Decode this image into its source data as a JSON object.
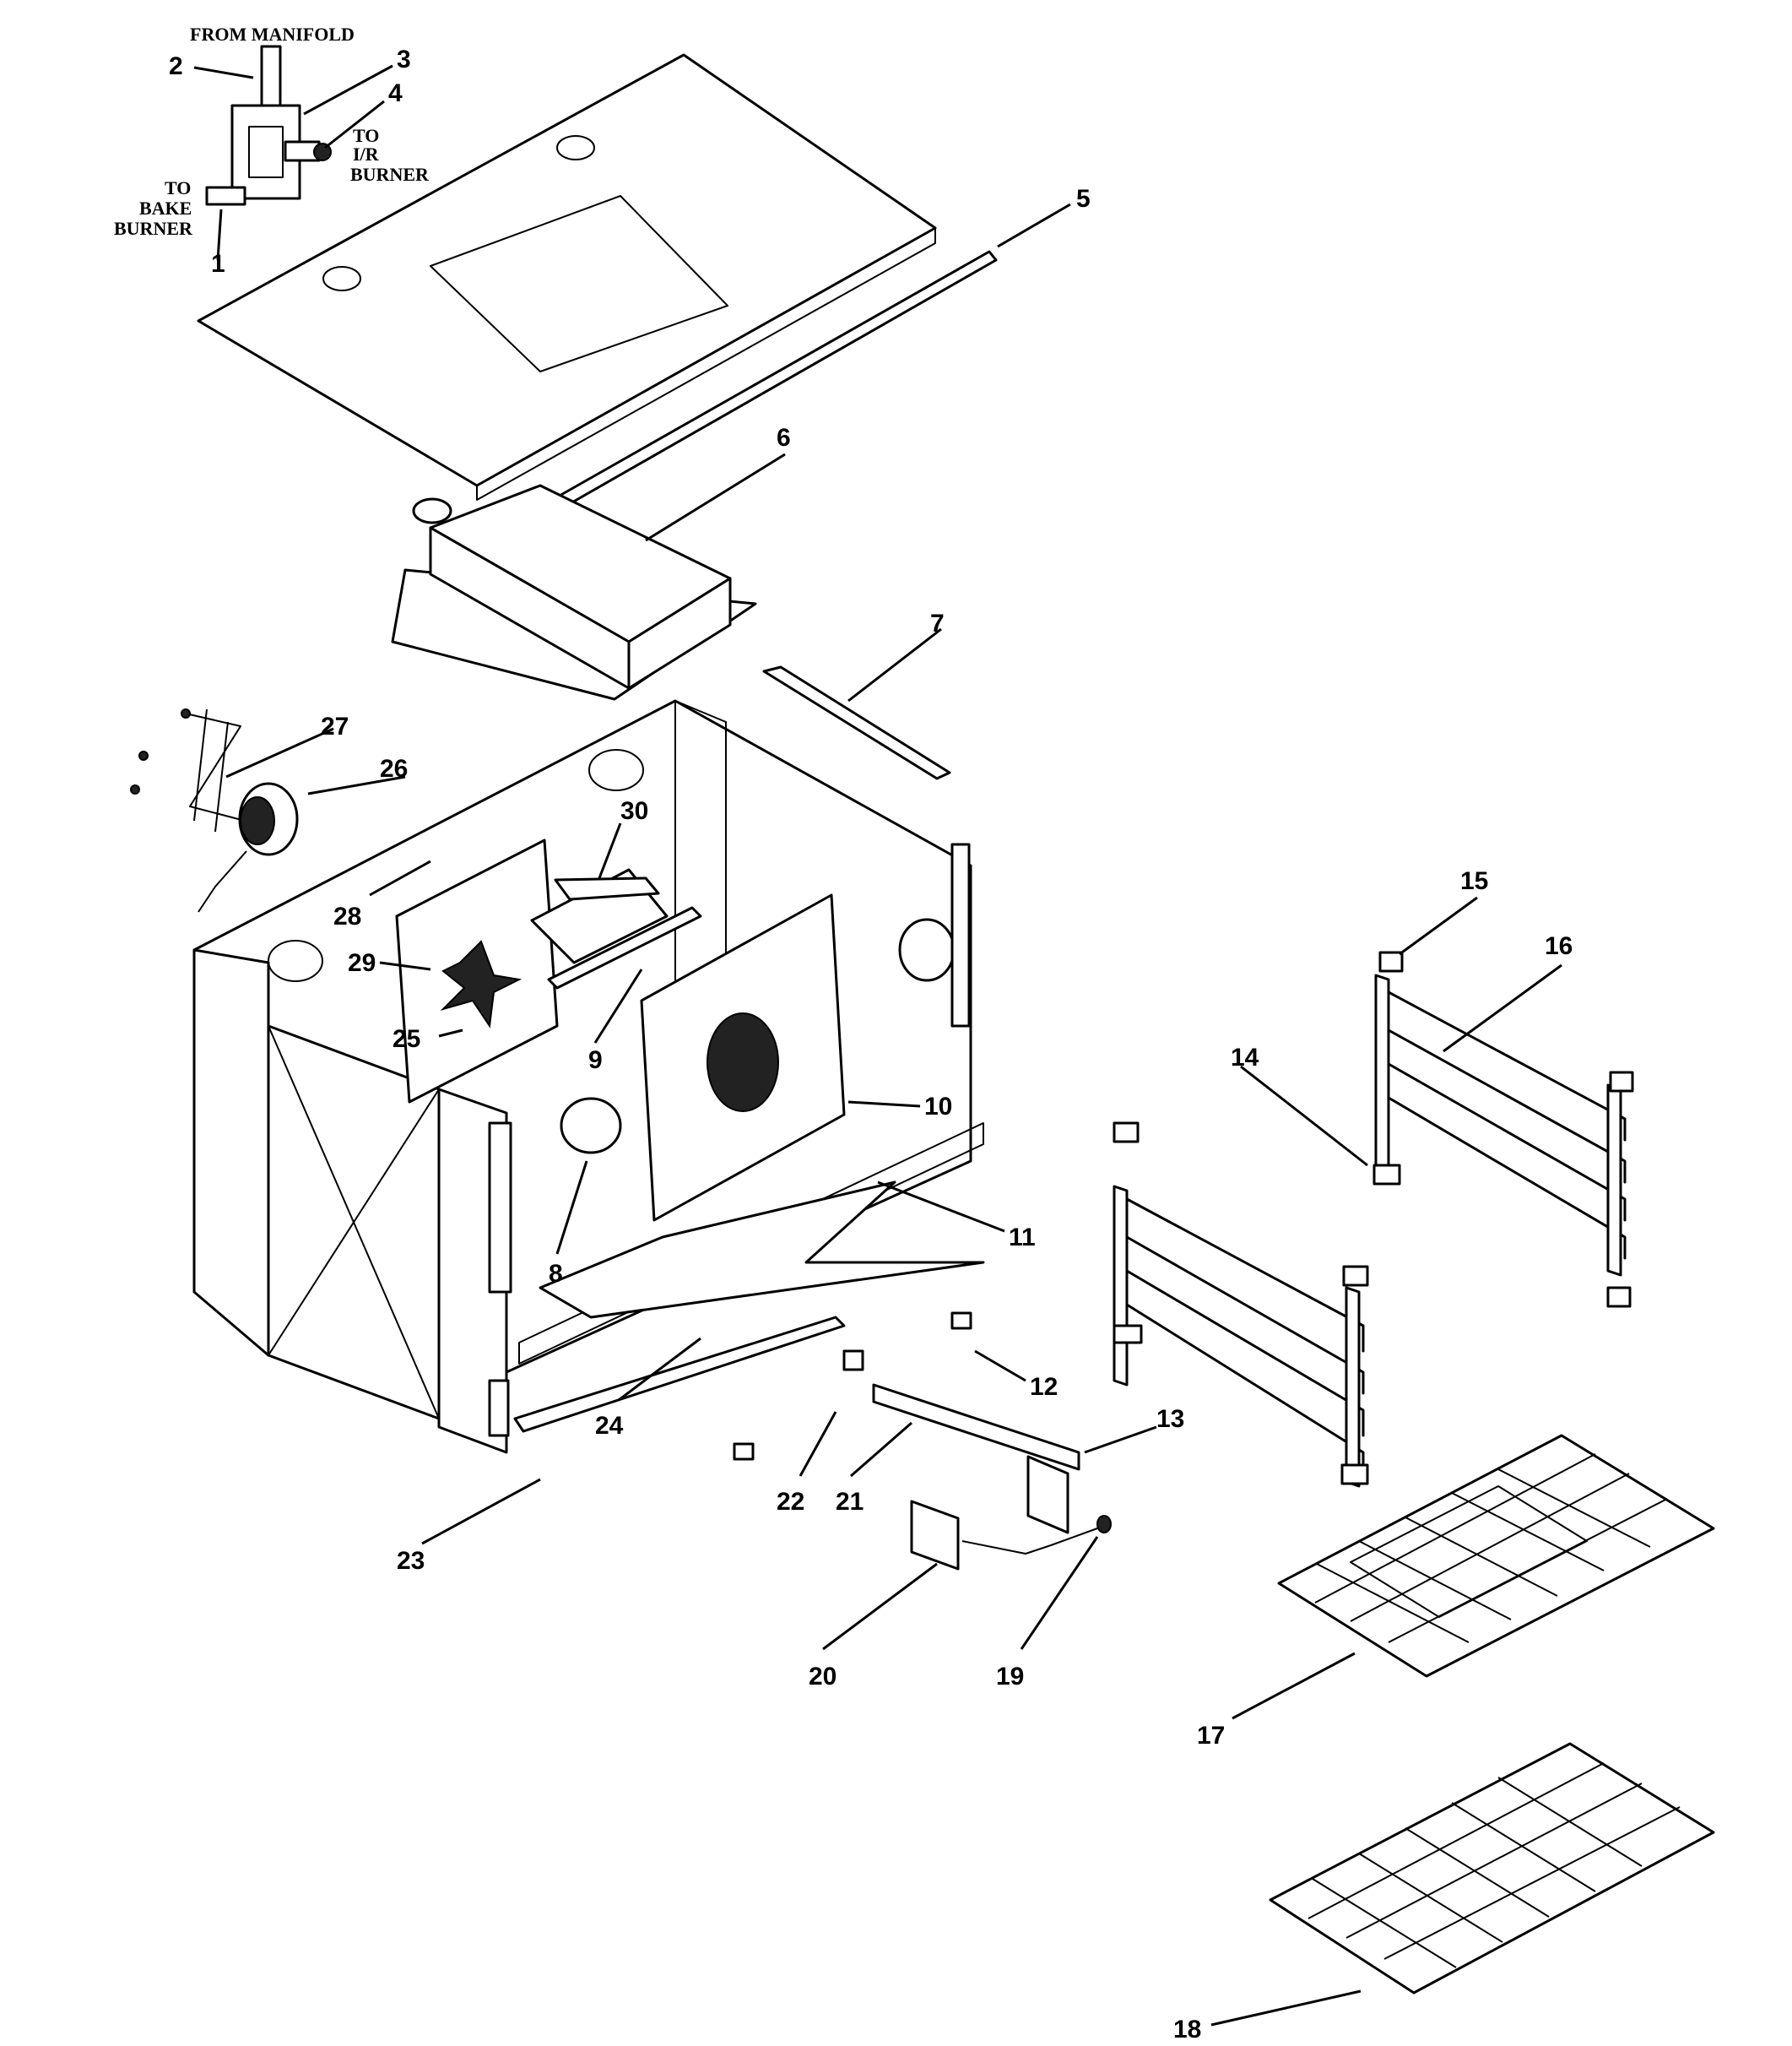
{
  "callouts": [
    {
      "num": "1"
    },
    {
      "num": "2"
    },
    {
      "num": "3"
    },
    {
      "num": "4"
    },
    {
      "num": "5"
    },
    {
      "num": "6"
    },
    {
      "num": "7"
    },
    {
      "num": "8"
    },
    {
      "num": "9"
    },
    {
      "num": "10"
    },
    {
      "num": "11"
    },
    {
      "num": "12"
    },
    {
      "num": "13"
    },
    {
      "num": "14"
    },
    {
      "num": "15"
    },
    {
      "num": "16"
    },
    {
      "num": "17"
    },
    {
      "num": "18"
    },
    {
      "num": "19"
    },
    {
      "num": "20"
    },
    {
      "num": "21"
    },
    {
      "num": "22"
    },
    {
      "num": "23"
    },
    {
      "num": "24"
    },
    {
      "num": "25"
    },
    {
      "num": "26"
    },
    {
      "num": "27"
    },
    {
      "num": "28"
    },
    {
      "num": "29"
    },
    {
      "num": "30"
    }
  ],
  "notes": {
    "from_manifold": "FROM MANIFOLD",
    "to_ir_burner": [
      "TO",
      "I/R",
      "BURNER"
    ],
    "to_bake_burner": [
      "TO",
      "BAKE",
      "BURNER"
    ]
  }
}
